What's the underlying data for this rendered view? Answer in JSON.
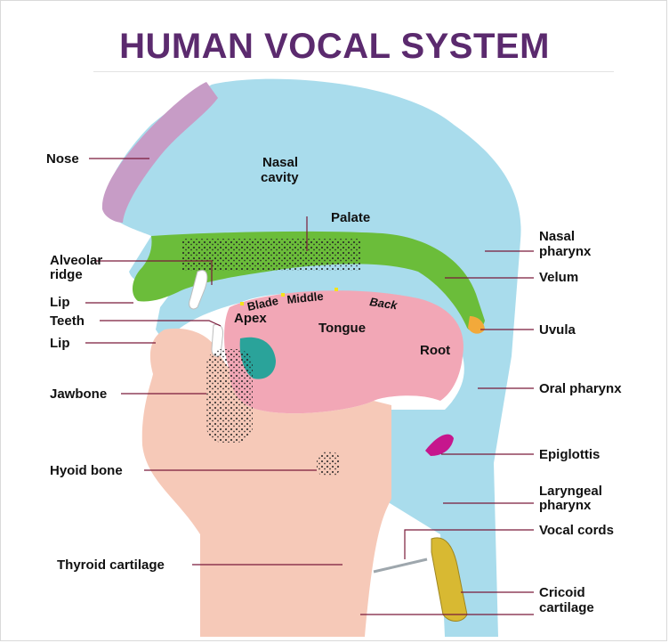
{
  "title": "HUMAN VOCAL SYSTEM",
  "colors": {
    "title": "#5b2a6e",
    "nasal_cavity": "#a9dcec",
    "nose": "#c79cc6",
    "palate": "#6bbd3a",
    "tongue": "#f2a7b6",
    "flesh": "#f6c9b8",
    "teeth": "#ffffff",
    "gum": "#2aa39a",
    "epiglottis": "#c6168d",
    "cricoid": "#d8b932",
    "uvula": "#f2a93a",
    "leader": "#7a1a3a"
  },
  "labels": {
    "nose": "Nose",
    "nasal_cavity_1": "Nasal",
    "nasal_cavity_2": "cavity",
    "palate": "Palate",
    "alveolar_1": "Alveolar",
    "alveolar_2": "ridge",
    "lip_upper": "Lip",
    "teeth": "Teeth",
    "lip_lower": "Lip",
    "jawbone": "Jawbone",
    "hyoid": "Hyoid bone",
    "thyroid": "Thyroid cartilage",
    "nasal_pharynx_1": "Nasal",
    "nasal_pharynx_2": "pharynx",
    "velum": "Velum",
    "uvula": "Uvula",
    "oral_pharynx": "Oral pharynx",
    "epiglottis": "Epiglottis",
    "laryngeal_1": "Laryngeal",
    "laryngeal_2": "pharynx",
    "vocal_cords": "Vocal cords",
    "cricoid_1": "Cricoid",
    "cricoid_2": "cartilage",
    "apex": "Apex",
    "blade": "Blade",
    "middle": "Middle",
    "back": "Back",
    "tongue": "Tongue",
    "root": "Root"
  }
}
